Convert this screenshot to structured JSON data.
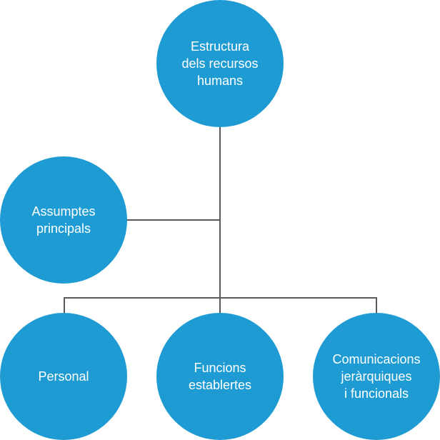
{
  "colors": {
    "node": "#1f9bd3",
    "connector": "#5a5a5a"
  },
  "nodes": {
    "root": "Estructura\ndels recursos\nhumans",
    "side": "Assumptes\nprincipals",
    "child1": "Personal",
    "child2": "Funcions\nestablertes",
    "child3": "Comunicacions\njeràrquiques\ni funcionals"
  }
}
